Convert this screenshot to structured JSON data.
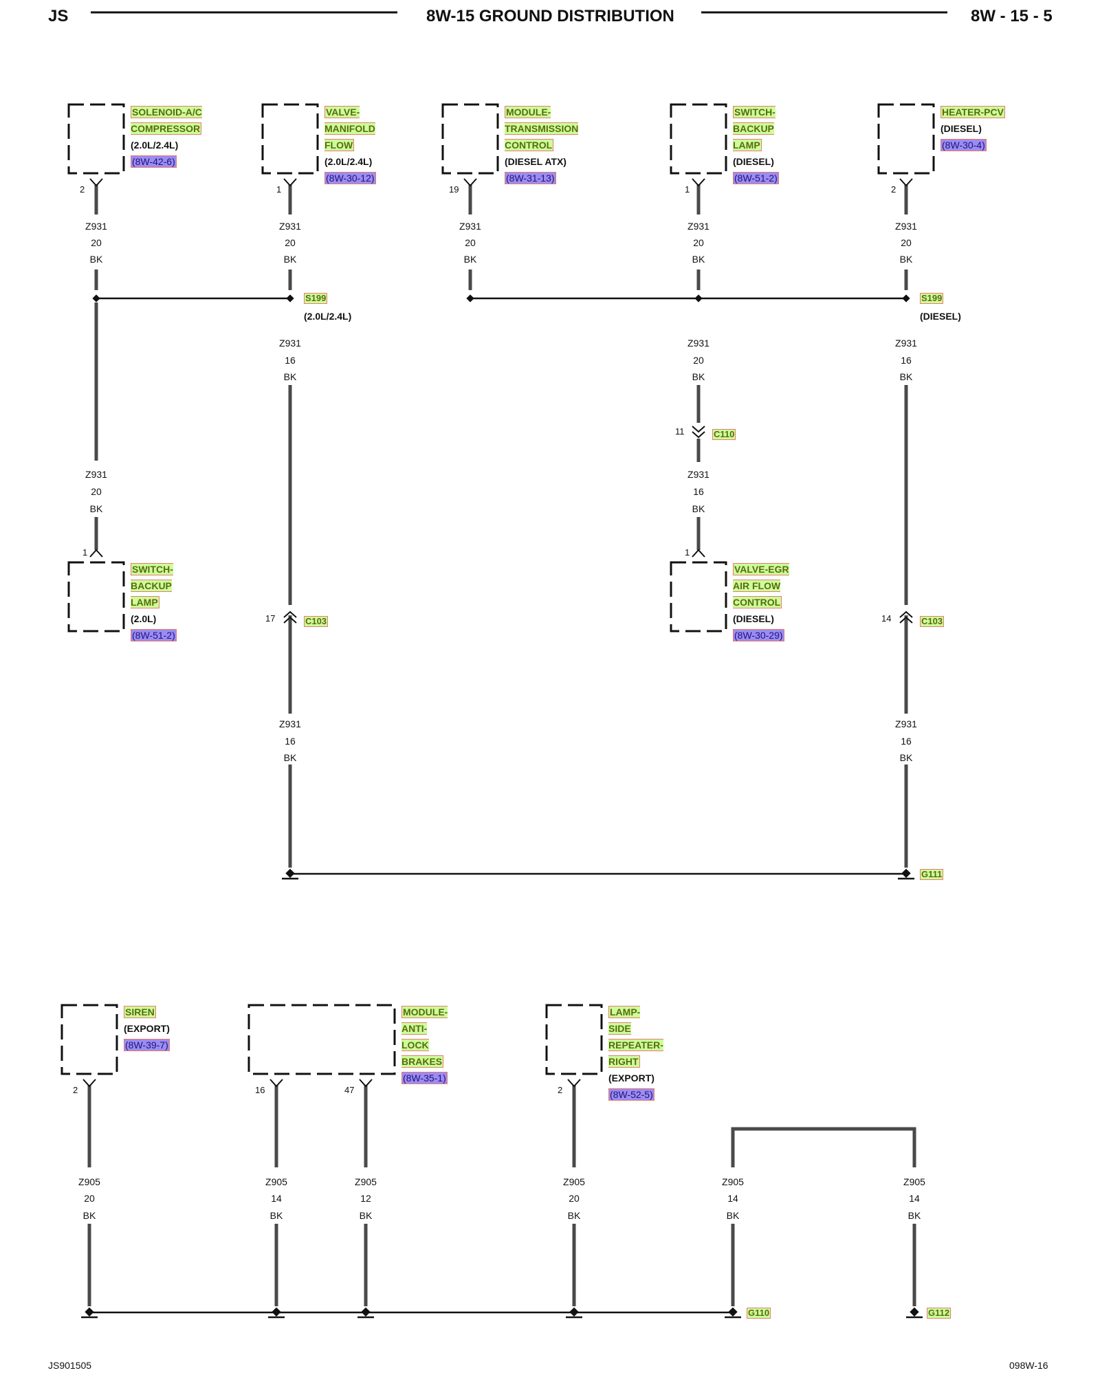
{
  "header": {
    "left": "JS",
    "center": "8W-15 GROUND DISTRIBUTION",
    "right": "8W - 15 - 5"
  },
  "footer": {
    "left": "JS901505",
    "right": "098W-16"
  },
  "components": [
    {
      "id": "solenoid_ac",
      "name": "SOLENOID-A/C\nCOMPRESSOR",
      "note": "(2.0L/2.4L)",
      "ref": "(8W-42-6)"
    },
    {
      "id": "valve_mf",
      "name": "VALVE-\nMANIFOLD\nFLOW",
      "note": "(2.0L/2.4L)",
      "ref": "(8W-30-12)"
    },
    {
      "id": "module_tc",
      "name": "MODULE-\nTRANSMISSION\nCONTROL",
      "note": "(DIESEL ATX)",
      "ref": "(8W-31-13)"
    },
    {
      "id": "switch_bl_diesel",
      "name": "SWITCH-\nBACKUP\nLAMP",
      "note": "(DIESEL)",
      "ref": "(8W-51-2)"
    },
    {
      "id": "heater_pcv",
      "name": "HEATER-PCV",
      "note": "(DIESEL)",
      "ref": "(8W-30-4)"
    },
    {
      "id": "switch_bl_20",
      "name": "SWITCH-\nBACKUP\nLAMP",
      "note": "(2.0L)",
      "ref": "(8W-51-2)"
    },
    {
      "id": "valve_egr",
      "name": "VALVE-EGR\nAIR FLOW\nCONTROL",
      "note": "(DIESEL)",
      "ref": "(8W-30-29)"
    },
    {
      "id": "siren",
      "name": "SIREN",
      "note": "(EXPORT)",
      "ref": "(8W-39-7)"
    },
    {
      "id": "module_abs",
      "name": "MODULE-\nANTI-\nLOCK\nBRAKES",
      "note": "",
      "ref": "(8W-35-1)"
    },
    {
      "id": "lamp_srr",
      "name": "LAMP-\nSIDE\nREPEATER-\nRIGHT",
      "note": "(EXPORT)",
      "ref": "(8W-52-5)"
    }
  ],
  "pins": [
    "2",
    "1",
    "19",
    "1",
    "2",
    "1",
    "1",
    "11",
    "17",
    "14",
    "2",
    "16",
    "47",
    "2"
  ],
  "wires": {
    "z931_20": [
      "Z931",
      "20",
      "BK"
    ],
    "z931_16": [
      "Z931",
      "16",
      "BK"
    ],
    "z905_20": [
      "Z905",
      "20",
      "BK"
    ],
    "z905_14": [
      "Z905",
      "14",
      "BK"
    ],
    "z905_12": [
      "Z905",
      "12",
      "BK"
    ]
  },
  "splices": [
    {
      "name": "S199",
      "note": "(2.0L/2.4L)"
    },
    {
      "name": "S199",
      "note": "(DIESEL)"
    }
  ],
  "connectors": [
    "C110",
    "C103",
    "C103"
  ],
  "grounds": [
    "G111",
    "G110",
    "G112"
  ]
}
